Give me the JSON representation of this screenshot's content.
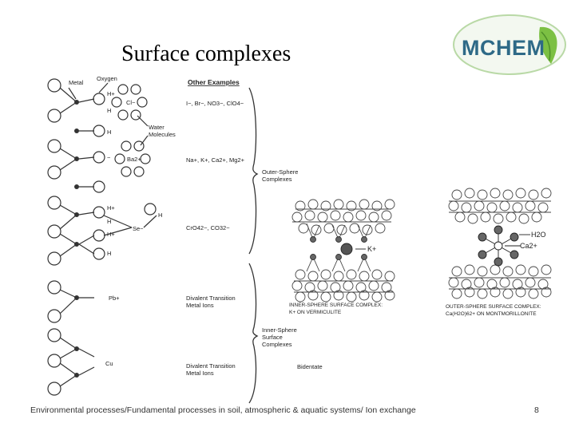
{
  "slide": {
    "title": "Surface complexes",
    "logo_text": "MCHEM",
    "footer": "Environmental processes/Fundamental processes in soil, atmospheric & aquatic systems/ Ion exchange",
    "page_number": "8"
  },
  "left_figure": {
    "label_metal": "Metal",
    "label_oxygen": "Oxygen",
    "label_water": "Water",
    "label_molecules": "Molecules",
    "ion_h_plus": "H+",
    "ion_h": "H",
    "ion_cl": "Cl−",
    "ion_ba": "Ba2+",
    "ion_minus": "−",
    "ion_se": "Se−",
    "ion_pb": "Pb+",
    "ion_cu": "Cu",
    "other_examples": "Other Examples",
    "ex_anions": "I−, Br−, NO3−, ClO4−",
    "ex_cations": "Na+, K+, Ca2+, Mg2+",
    "ex_oxyanions": "CrO42−, CO32−",
    "ex_divalent1_line1": "Divalent Transition",
    "ex_divalent1_line2": "Metal Ions",
    "ex_divalent2_line1": "Divalent Transition",
    "ex_divalent2_line2": "Metal Ions",
    "outer_line1": "Outer-Sphere",
    "outer_line2": "Complexes",
    "inner_line1": "Inner-Sphere",
    "inner_line2": "Surface",
    "inner_line3": "Complexes",
    "bidentate": "Bidentate"
  },
  "middle_figure": {
    "k_label": "K+",
    "caption_line1": "INNER-SPHERE SURFACE COMPLEX:",
    "caption_line2": "K+ ON VERMICULITE"
  },
  "right_figure": {
    "h2o_label": "H2O",
    "ca_label": "Ca2+",
    "caption_line1": "OUTER-SPHERE SURFACE COMPLEX:",
    "caption_line2": "Ca(H2O)62+ ON MONTMORILLONITE"
  }
}
